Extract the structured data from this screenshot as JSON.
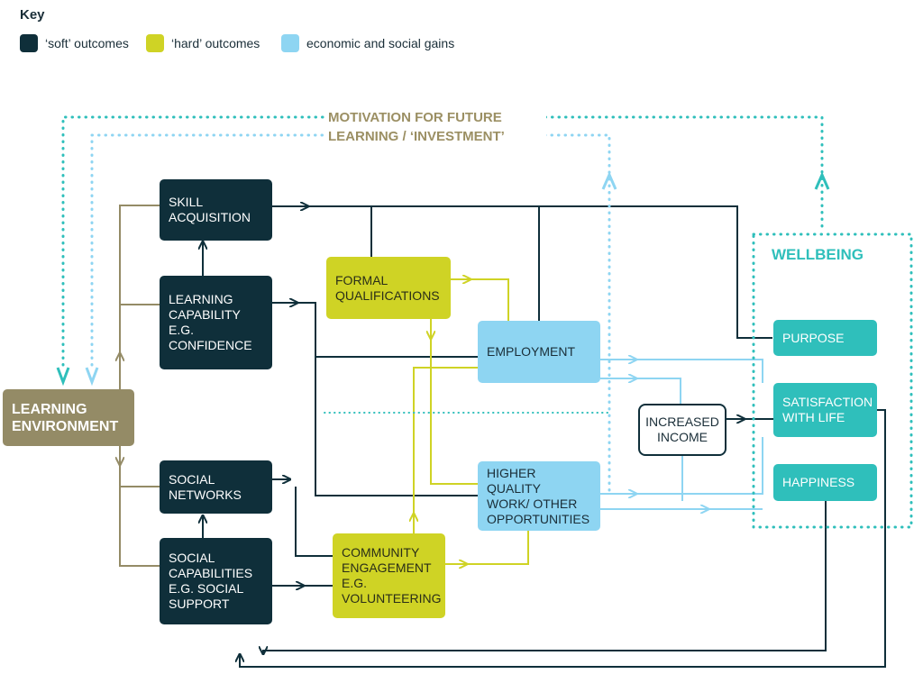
{
  "key": {
    "title": "Key",
    "items": [
      {
        "label": "‘soft’ outcomes",
        "color": "#0f2f3a"
      },
      {
        "label": "‘hard’ outcomes",
        "color": "#cfd325"
      },
      {
        "label": "economic and social gains",
        "color": "#8ed5f2"
      }
    ]
  },
  "colors": {
    "soft": "#0f2f3a",
    "hard": "#cfd325",
    "economic": "#8ed5f2",
    "environment": "#948b66",
    "wellbeing": "#2fbfbb"
  },
  "motivation": "MOTIVATION FOR FUTURE\nLEARNING / ‘INVESTMENT’",
  "wellbeing_title": "WELLBEING",
  "nodes": {
    "learning_environment": "LEARNING\nENVIRONMENT",
    "skill_acquisition": "SKILL\nACQUISITION",
    "learning_capability": "LEARNING\nCAPABILITY\nE.G.\nCONFIDENCE",
    "social_networks": "SOCIAL\nNETWORKS",
    "social_capabilities": "SOCIAL\nCAPABILITIES\nE.G. SOCIAL\nSUPPORT",
    "formal_qualifications": "FORMAL\nQUALIFICATIONS",
    "community_engagement": "COMMUNITY\nENGAGEMENT\nE.G.\nVOLUNTEERING",
    "employment": "EMPLOYMENT",
    "higher_quality_work": "HIGHER QUALITY\nWORK/ OTHER\nOPPORTUNITIES",
    "increased_income": "INCREASED\nINCOME",
    "purpose": "PURPOSE",
    "satisfaction_with_life": "SATISFACTION\nWITH LIFE",
    "happiness": "HAPPINESS"
  }
}
